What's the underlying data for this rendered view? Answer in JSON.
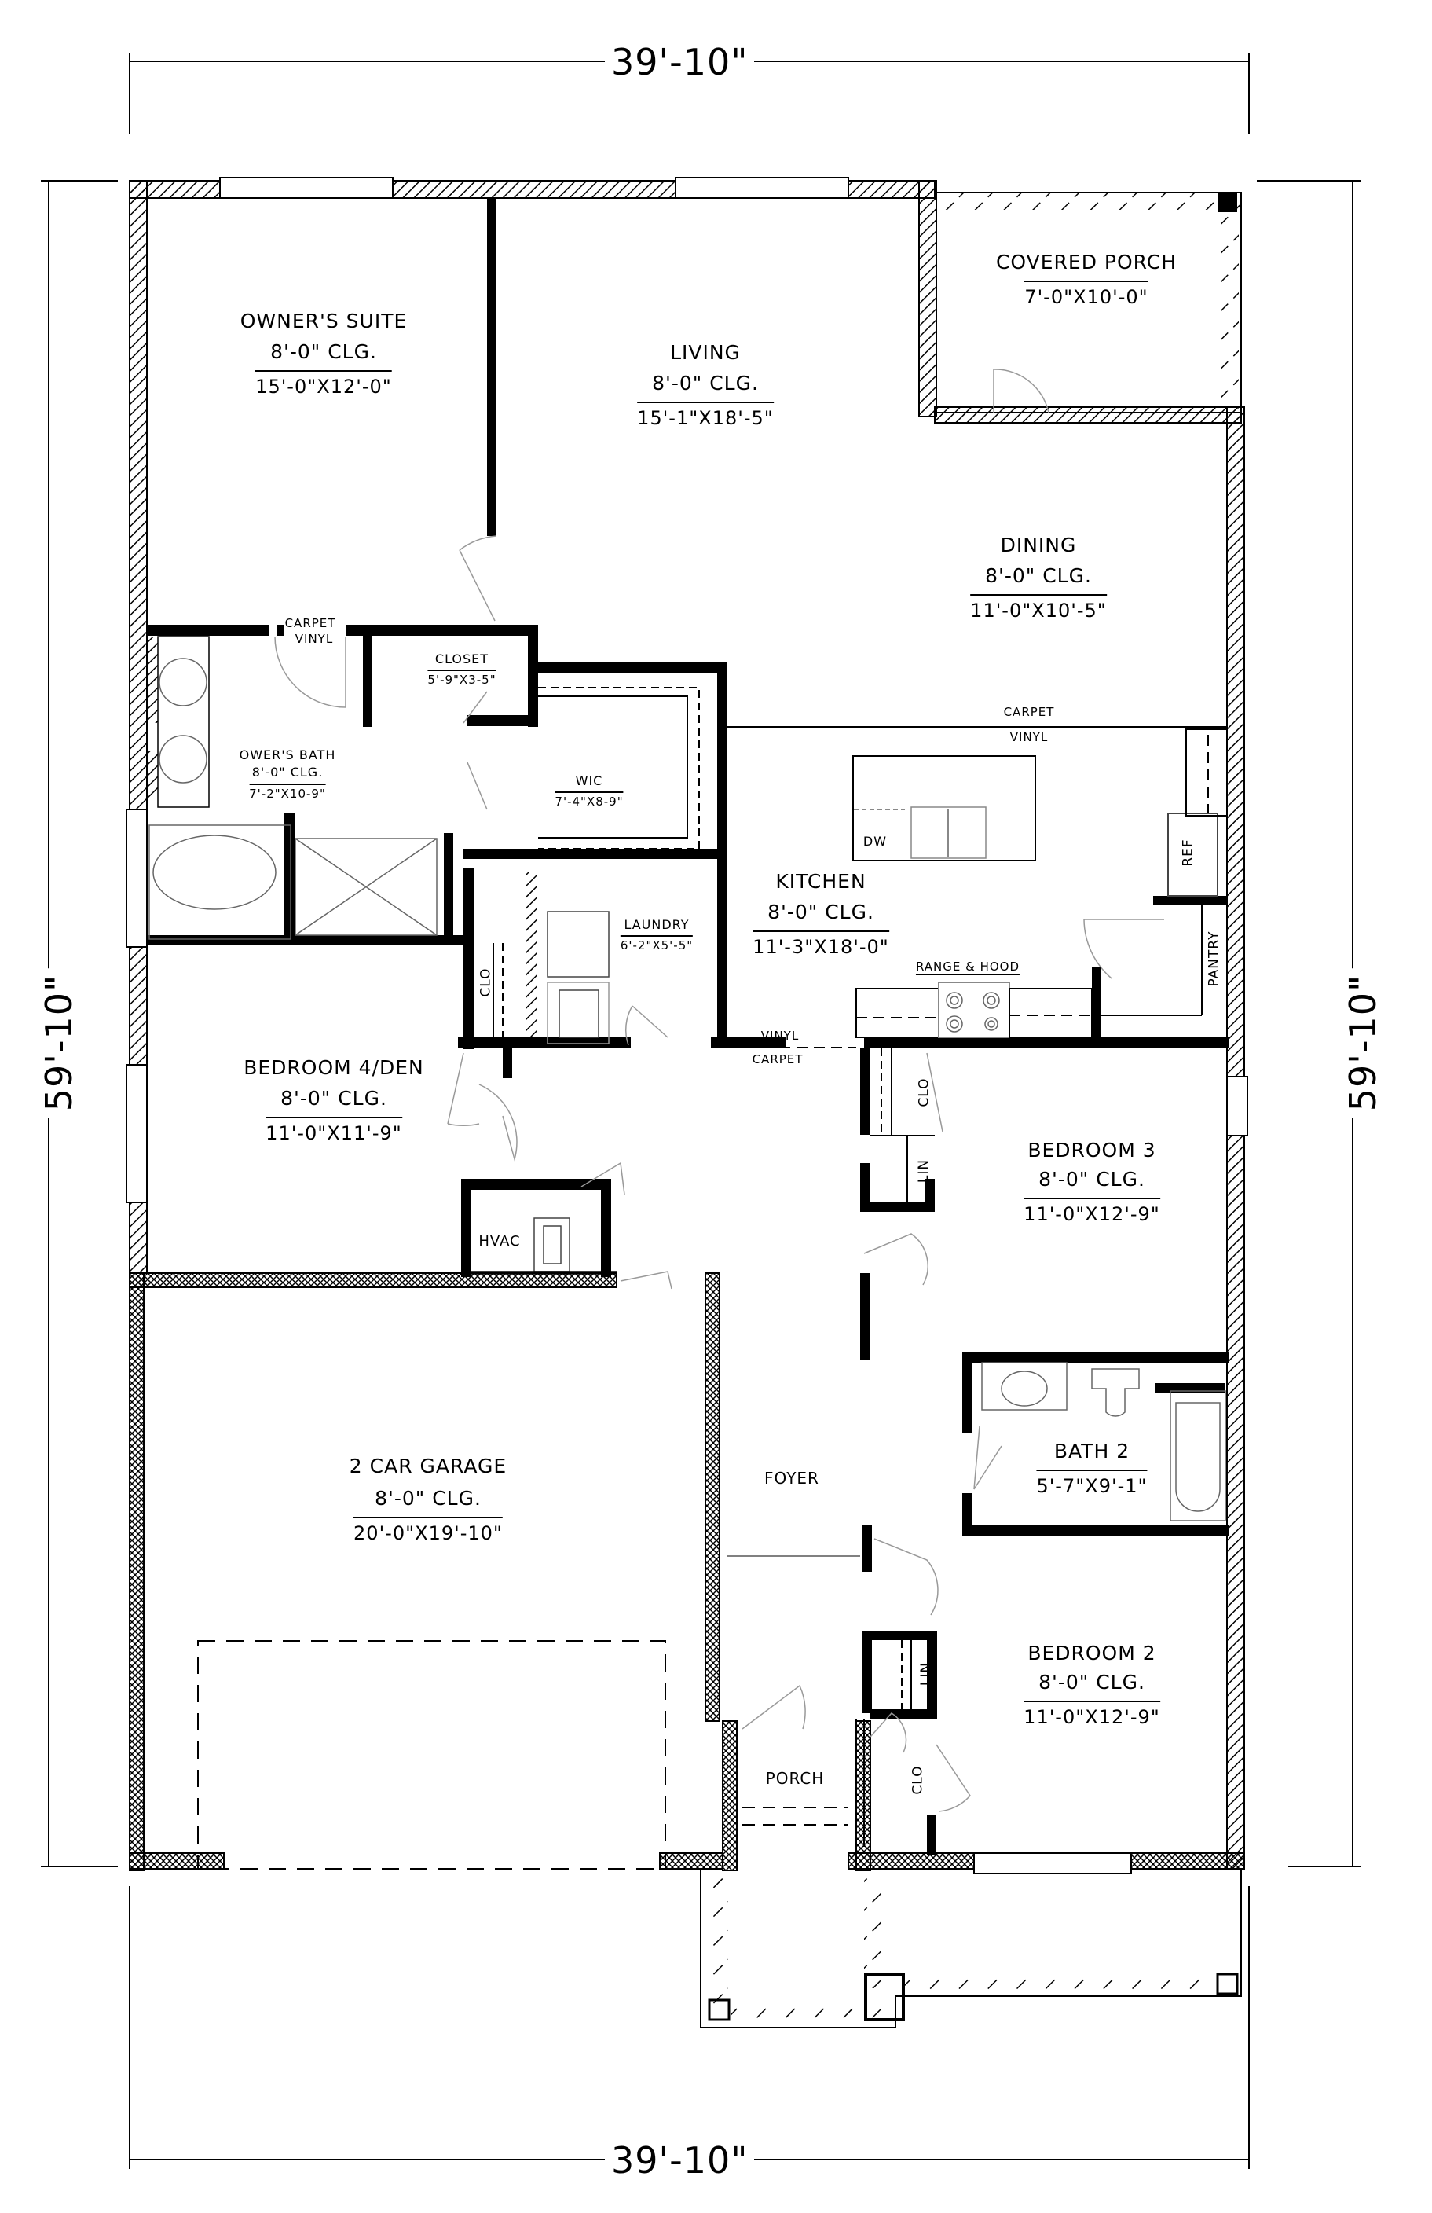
{
  "dimensions": {
    "top": "39'-10\"",
    "bottom": "39'-10\"",
    "left": "59'-10\"",
    "right": "59'-10\""
  },
  "rooms": {
    "owners_suite": {
      "name": "OWNER'S SUITE",
      "ceiling": "8'-0\" CLG.",
      "size": "15'-0\"X12'-0\""
    },
    "living": {
      "name": "LIVING",
      "ceiling": "8'-0\" CLG.",
      "size": "15'-1\"X18'-5\""
    },
    "covered_porch": {
      "name": "COVERED PORCH",
      "size": "7'-0\"X10'-0\""
    },
    "dining": {
      "name": "DINING",
      "ceiling": "8'-0\" CLG.",
      "size": "11'-0\"X10'-5\""
    },
    "owers_bath": {
      "name": "OWER'S BATH",
      "ceiling": "8'-0\" CLG.",
      "size": "7'-2\"X10-9\""
    },
    "closet": {
      "name": "CLOSET",
      "size": "5'-9\"X3-5\""
    },
    "wic": {
      "name": "WIC",
      "size": "7'-4\"X8-9\""
    },
    "kitchen": {
      "name": "KITCHEN",
      "ceiling": "8'-0\" CLG.",
      "size": "11'-3\"X18'-0\""
    },
    "laundry": {
      "name": "LAUNDRY",
      "size": "6'-2\"X5'-5\""
    },
    "bedroom4": {
      "name": "BEDROOM 4/DEN",
      "ceiling": "8'-0\" CLG.",
      "size": "11'-0\"X11'-9\""
    },
    "bedroom3": {
      "name": "BEDROOM 3",
      "ceiling": "8'-0\" CLG.",
      "size": "11'-0\"X12'-9\""
    },
    "bath2": {
      "name": "BATH 2",
      "size": "5'-7\"X9'-1\""
    },
    "garage": {
      "name": "2 CAR GARAGE",
      "ceiling": "8'-0\" CLG.",
      "size": "20'-0\"X19'-10\""
    },
    "foyer": {
      "name": "FOYER"
    },
    "bedroom2": {
      "name": "BEDROOM 2",
      "ceiling": "8'-0\" CLG.",
      "size": "11'-0\"X12'-9\""
    },
    "porch": {
      "name": "PORCH"
    }
  },
  "labels": {
    "hvac": "HVAC",
    "dw": "DW",
    "ref": "REF",
    "pantry": "PANTRY",
    "range_hood": "RANGE & HOOD",
    "clo_bed4": "CLO",
    "clo_bed3": "CLO",
    "lin_bed3": "LIN",
    "clo_bed2": "CLO",
    "lin_bed2": "LIN",
    "flooring_bath_carpet": "CARPET",
    "flooring_bath_vinyl": "VINYL",
    "flooring_dining_carpet": "CARPET",
    "flooring_kitchen_vinyl": "VINYL",
    "flooring_hall_vinyl": "VINYL",
    "flooring_hall_carpet": "CARPET"
  }
}
